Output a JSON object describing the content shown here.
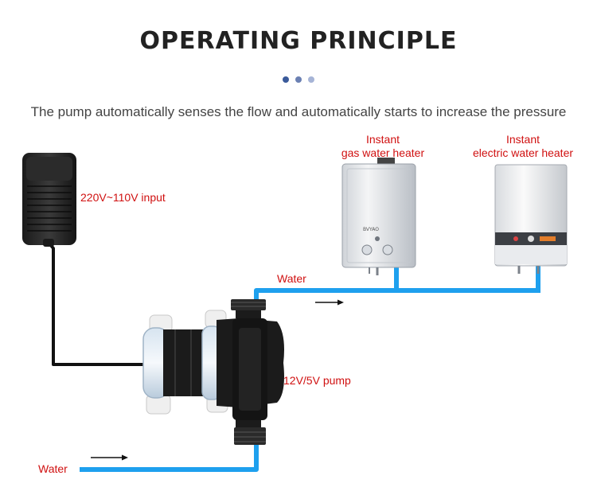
{
  "header": {
    "title": "OPERATING PRINCIPLE",
    "subtitle": "The pump automatically senses the flow and automatically starts to increase the pressure"
  },
  "decor_dots": [
    "#3a5a9a",
    "#6b80b3",
    "#a6b4d6"
  ],
  "labels": {
    "adapter": "220V~110V input",
    "gas_heater_line1": "Instant",
    "gas_heater_line2": "gas water heater",
    "electric_heater_line1": "Instant",
    "electric_heater_line2": "electric water heater",
    "water_out": "Water",
    "water_in": "Water",
    "pump": "12V/5V pump",
    "gas_heater_brand": "BVYAO"
  },
  "colors": {
    "label_red": "#d01010",
    "pipe_blue": "#1ea0ee",
    "cable": "#111111",
    "pump_black": "#1b1b1b"
  },
  "icons": [
    "power-adapter-icon",
    "gas-water-heater-icon",
    "electric-water-heater-icon",
    "water-pump-icon",
    "flow-arrow-icon"
  ]
}
